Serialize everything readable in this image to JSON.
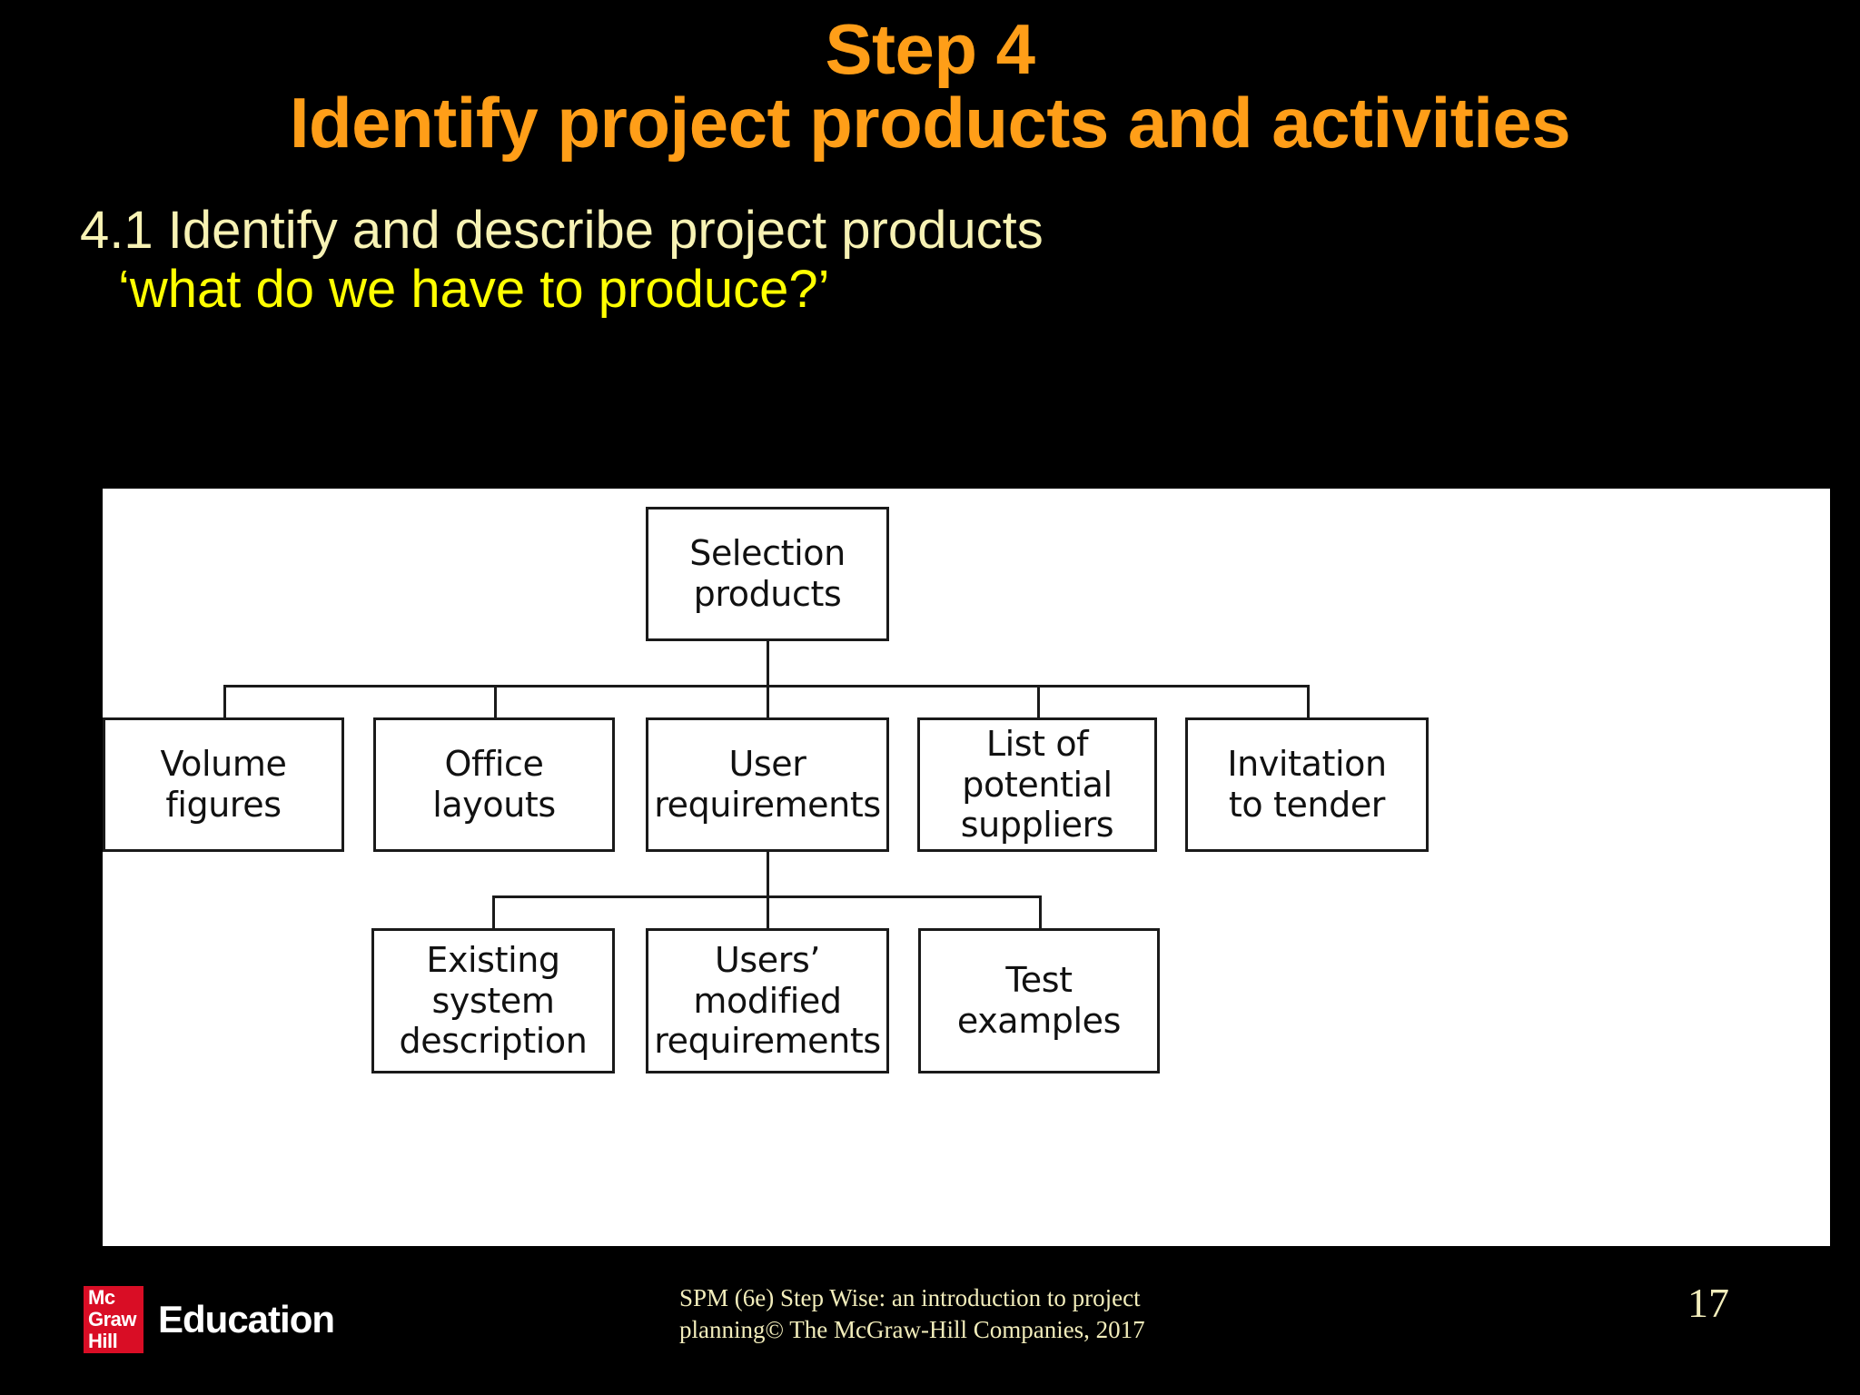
{
  "slide": {
    "title_line_1": "Step 4",
    "title_line_2": "Identify project products and activities",
    "title_color": "#FF9E18",
    "background_color": "#000000",
    "bullet_line_1": "4.1 Identify and describe project products",
    "bullet_line_1_color": "#F7F2B4",
    "bullet_line_2": "‘what do we have to produce?’",
    "bullet_line_2_color": "#FFFF00"
  },
  "diagram": {
    "type": "product-breakdown-structure",
    "root": {
      "label": "Selection products"
    },
    "level_2": [
      {
        "label": "Volume figures"
      },
      {
        "label": "Office layouts"
      },
      {
        "label": "User requirements"
      },
      {
        "label": "List of potential suppliers"
      },
      {
        "label": "Invitation to tender"
      }
    ],
    "level_3_parent": "User requirements",
    "level_3": [
      {
        "label": "Existing system description"
      },
      {
        "label": "Users’ modified requirements"
      },
      {
        "label": "Test examples"
      }
    ],
    "nodes": {
      "root_l1": "Selection",
      "root_l2": "products",
      "n1_l1": "Volume",
      "n1_l2": "figures",
      "n2_l1": "Office",
      "n2_l2": "layouts",
      "n3_l1": "User",
      "n3_l2": "requirements",
      "n4_l1": "List of",
      "n4_l2": "potential",
      "n4_l3": "suppliers",
      "n5_l1": "Invitation",
      "n5_l2": "to tender",
      "n6_l1": "Existing",
      "n6_l2": "system",
      "n6_l3": "description",
      "n7_l1": "Users’",
      "n7_l2": "modified",
      "n7_l3": "requirements",
      "n8_l1": "Test",
      "n8_l2": "examples"
    }
  },
  "footer": {
    "logo_line_1": "Mc",
    "logo_line_2": "Graw",
    "logo_line_3": "Hill",
    "logo_word": "Education",
    "logo_color": "#D90D25",
    "copyright_line_1": "SPM (6e)  Step Wise: an introduction to project",
    "copyright_line_2": "planning© The McGraw-Hill Companies, 2017",
    "page_number": "17"
  }
}
